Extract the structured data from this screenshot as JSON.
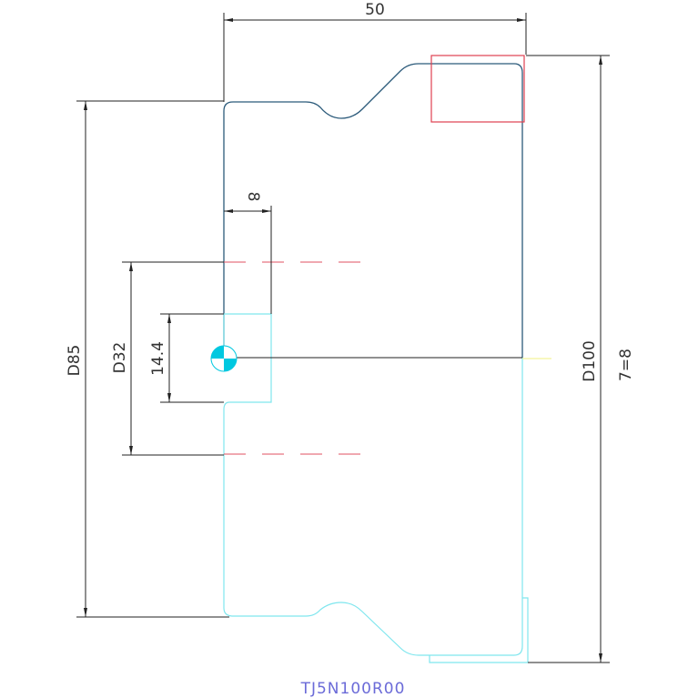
{
  "drawing": {
    "title": "TJ5N100R00",
    "dimensions": {
      "top_width": "50",
      "small_width": "8",
      "outer_diameter": "D85",
      "inner_diameter": "D32",
      "bore_height": "14.4",
      "max_diameter": "D100",
      "tooth_note": "7=8"
    }
  },
  "colors": {
    "outline": "#2b5a7a",
    "mirror": "#7fe6ee",
    "dimension": "#222222",
    "highlight": "#e04050",
    "hidden_line": "#e05060",
    "center_mark": "#00c8e0",
    "title": "#6b6bd8",
    "axis_tick": "#f0f080"
  }
}
